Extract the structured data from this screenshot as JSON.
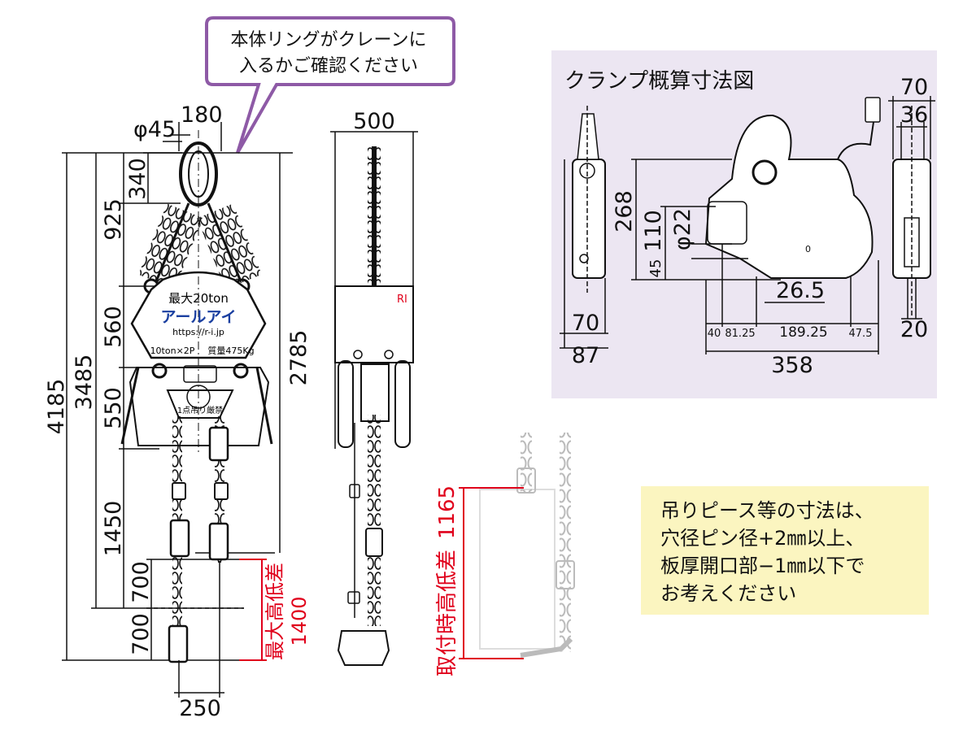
{
  "callout": {
    "line1": "本体リングがクレーンに",
    "line2": "入るかご確認ください"
  },
  "main_hoist": {
    "dims": {
      "d45": "φ45",
      "d180": "180",
      "d340": "340",
      "d925": "925",
      "d560": "560",
      "d550": "550",
      "d1450": "1450",
      "d700a": "700",
      "d700b": "700",
      "d4185": "4185",
      "d3485": "3485",
      "d2785": "2785",
      "d250": "250"
    },
    "red_label": "最大高低差",
    "red_value": "1400",
    "body_text": {
      "max_load": "最大20ton",
      "brand": "アールアイ",
      "url": "https://r-i.jp",
      "spec_left": "10ton×2P",
      "spec_right": "質量475Kg",
      "warning": "1点吊り厳禁"
    }
  },
  "side_view": {
    "d500": "500",
    "logo": "RI"
  },
  "clamp_panel": {
    "title": "クランプ概算寸法図",
    "dims": {
      "d70_top": "70",
      "d36": "36",
      "d268": "268",
      "d110": "110",
      "d22": "φ22",
      "d45": "45",
      "d26_5": "26.5",
      "d70_bottom": "70",
      "d87": "87",
      "d40": "40",
      "d81_25": "81.25",
      "d189_25": "189.25",
      "d47_5": "47.5",
      "d358": "358",
      "d20": "20"
    }
  },
  "install": {
    "label": "取付時高低差",
    "value": "1165"
  },
  "note": {
    "line1": "吊りピース等の寸法は、",
    "line2": "穴径ピン径+2㎜以上、",
    "line3": "板厚開口部−1㎜以下で",
    "line4": "お考えください"
  },
  "colors": {
    "callout_border": "#8e5aa6",
    "clamp_panel_bg": "#ece6f2",
    "note_bg": "#fbf5c0",
    "red": "#e0001b",
    "brand_blue": "#1a3fa0"
  }
}
